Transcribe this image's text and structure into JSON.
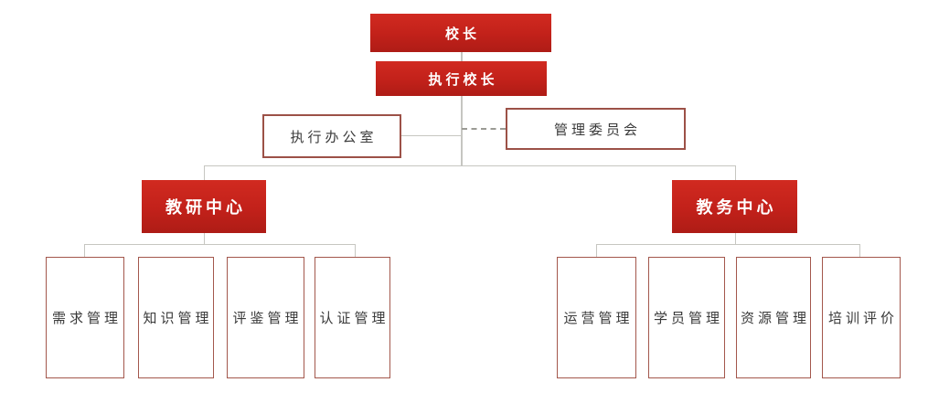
{
  "diagram": {
    "type": "org-chart",
    "nodes": {
      "principal": {
        "label": "校长"
      },
      "exec_principal": {
        "label": "执行校长"
      },
      "exec_office": {
        "label": "执行办公室"
      },
      "mgmt_committee": {
        "label": "管理委员会"
      },
      "research_center": {
        "label": "教研中心"
      },
      "academic_center": {
        "label": "教务中心"
      },
      "research_children": [
        {
          "label": "需求管理"
        },
        {
          "label": "知识管理"
        },
        {
          "label": "评鉴管理"
        },
        {
          "label": "认证管理"
        }
      ],
      "academic_children": [
        {
          "label": "运营管理"
        },
        {
          "label": "学员管理"
        },
        {
          "label": "资源管理"
        },
        {
          "label": "培训评价"
        }
      ]
    },
    "edges": {
      "dashed_edge": "exec_principal – mgmt_committee (dashed)",
      "solid_edges": "principal→exec_principal; exec_principal→exec_office; exec_principal→research_center; exec_principal→academic_center; research_center→4 children; academic_center→4 children"
    },
    "colors": {
      "node_fill_red": "#c2211a",
      "node_outline_border": "#9c5147",
      "leaf_border": "#a3574c",
      "connector_line": "#c6c6c1",
      "connector_dashed": "#9b9b95",
      "text_on_red": "#ffffff",
      "text_dark": "#3a3a3a",
      "background": "#ffffff"
    }
  }
}
